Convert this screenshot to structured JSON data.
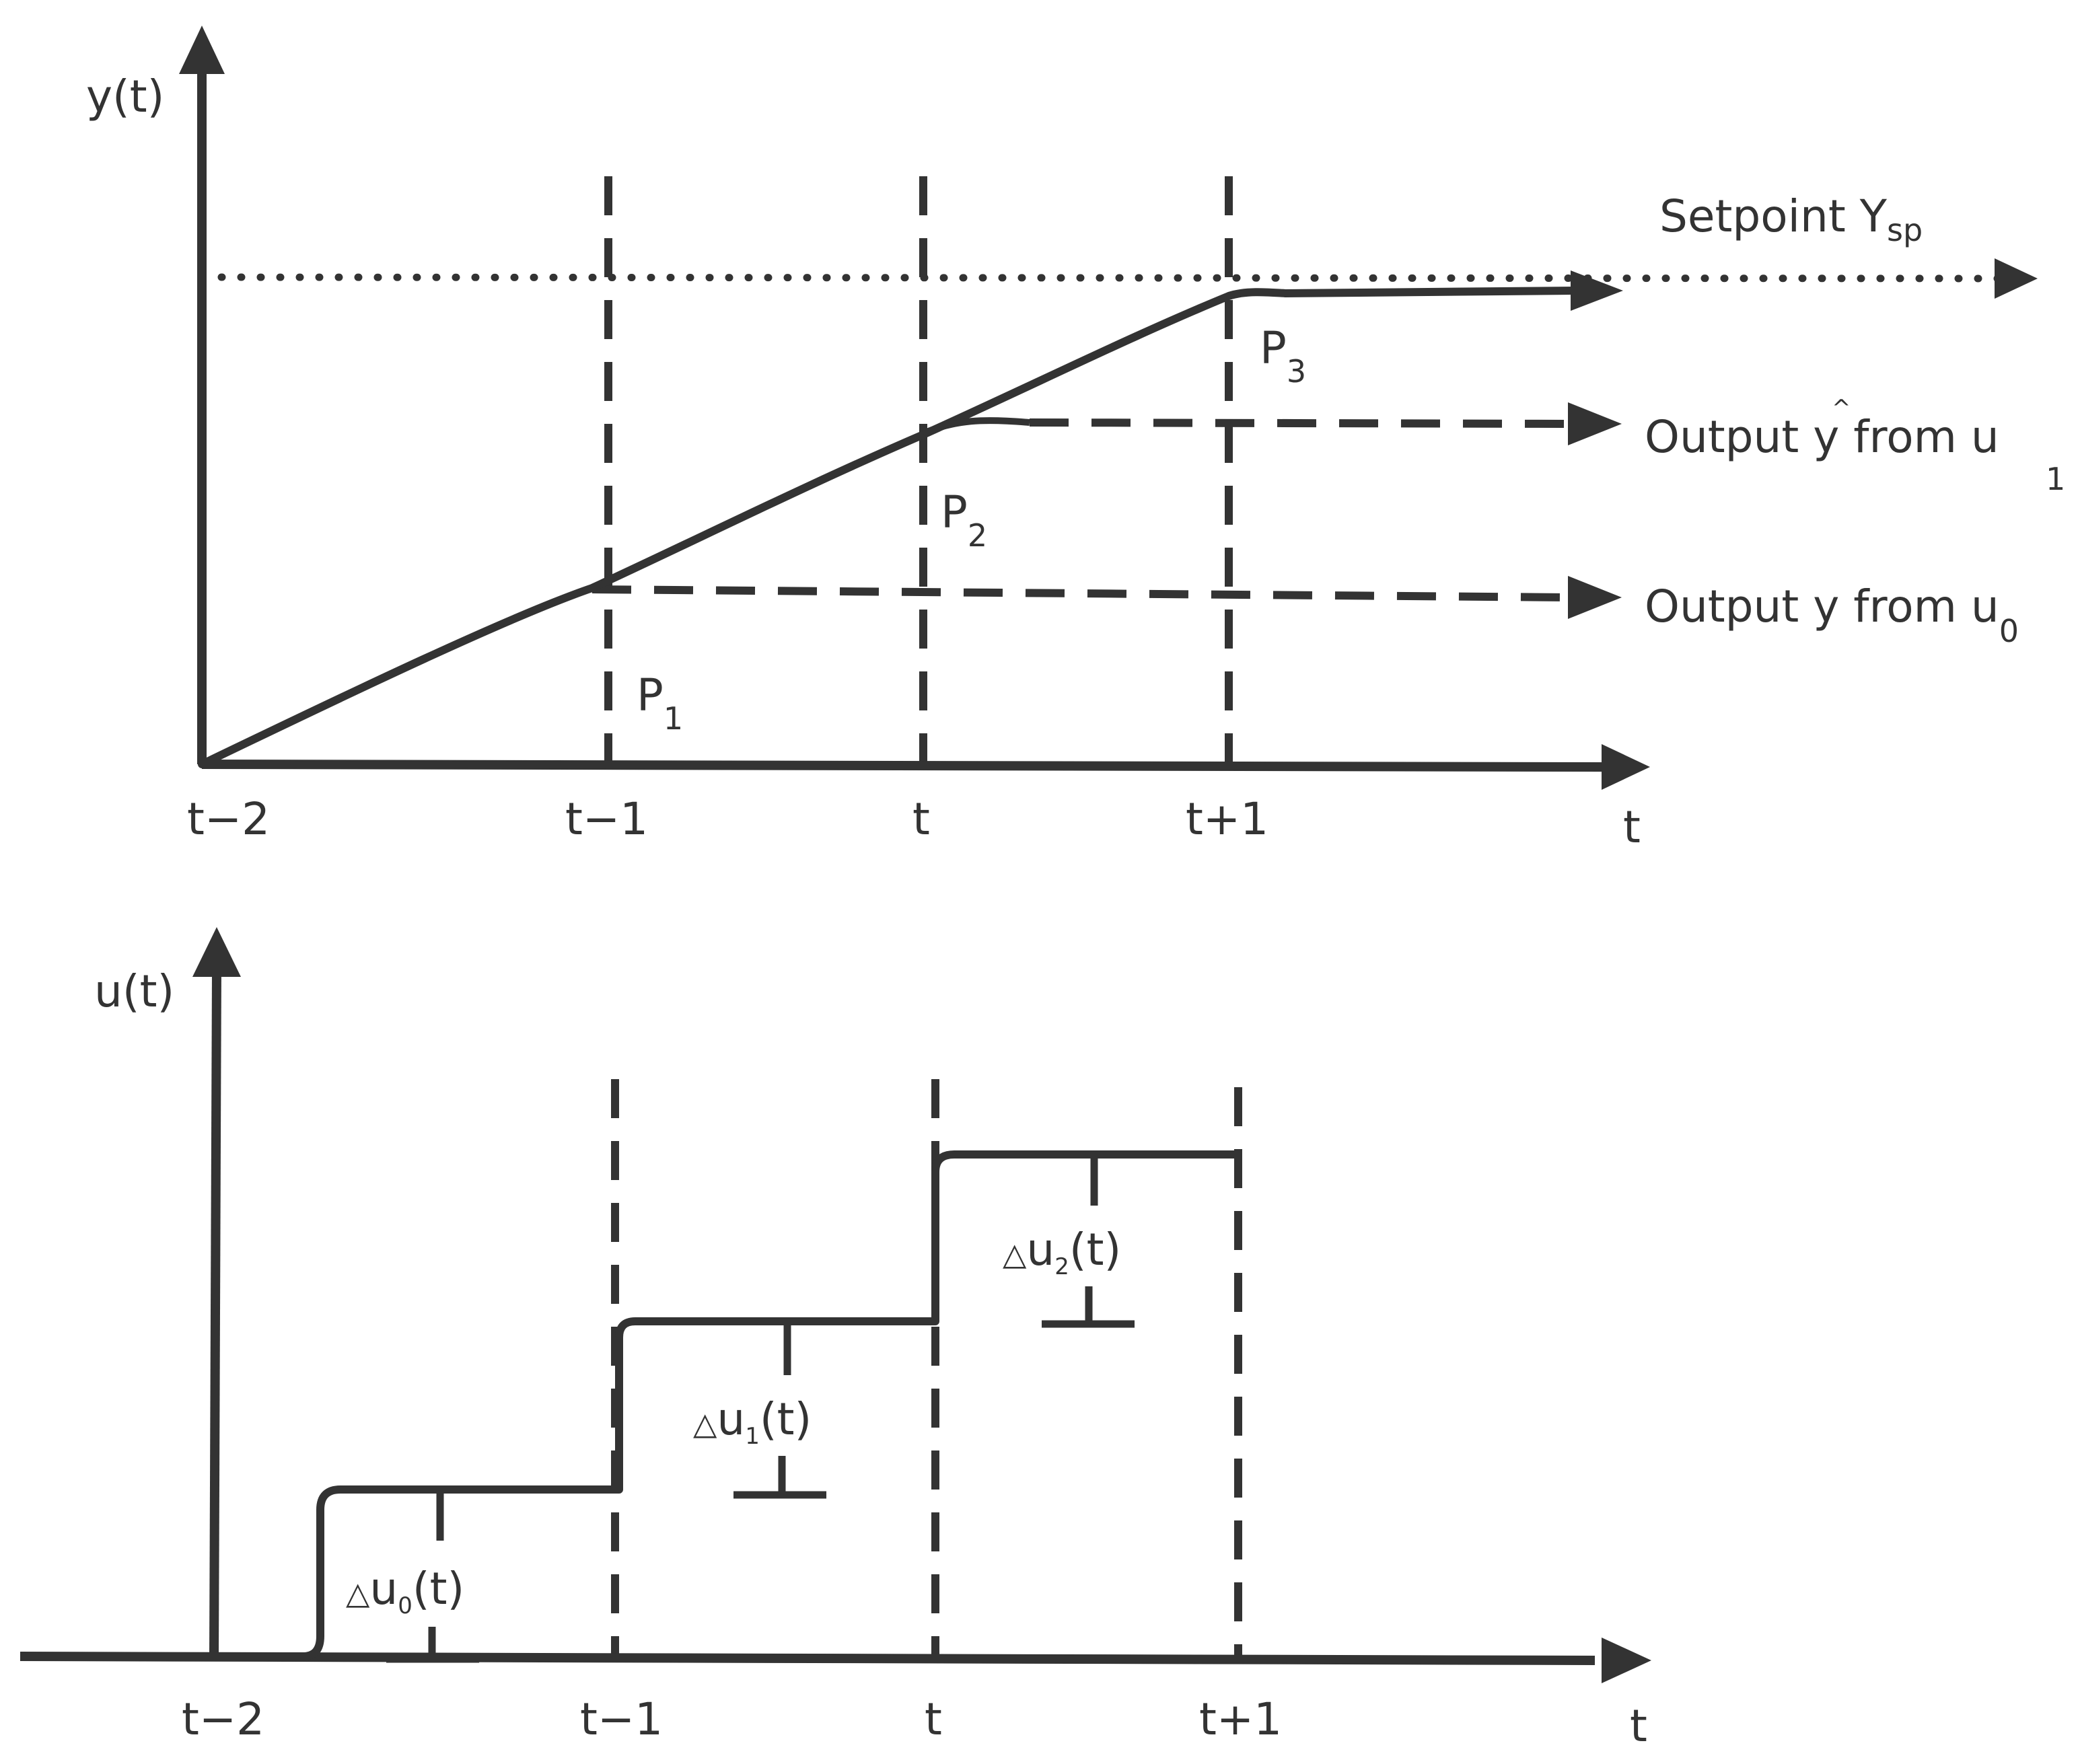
{
  "colors": {
    "ink": "#333333",
    "background": "#ffffff"
  },
  "top_plot": {
    "y_axis_label": "y(t)",
    "x_axis_label": "t",
    "ticks": [
      "t−2",
      "t−1",
      "t",
      "t+1"
    ],
    "setpoint": {
      "text": "Setpoint Y",
      "sub": "sp"
    },
    "output_u1": {
      "text_a": "Output ",
      "yhat": "y",
      "hat": "^",
      "text_b": " from u",
      "sub": "1"
    },
    "output_u0": {
      "text": "Output y from u",
      "sub": "0"
    },
    "points": [
      {
        "text": "P",
        "sub": "1"
      },
      {
        "text": "P",
        "sub": "2"
      },
      {
        "text": "P",
        "sub": "3"
      }
    ]
  },
  "bottom_plot": {
    "y_axis_label": "u(t)",
    "x_axis_label": "t",
    "ticks": [
      "t−2",
      "t−1",
      "t",
      "t+1"
    ],
    "increments": [
      {
        "delta": "△",
        "u": "u",
        "sub": "0",
        "tail": "(t)"
      },
      {
        "delta": "△",
        "u": "u",
        "sub": "1",
        "tail": "(t)"
      },
      {
        "delta": "△",
        "u": "u",
        "sub": "2",
        "tail": "(t)"
      }
    ]
  }
}
